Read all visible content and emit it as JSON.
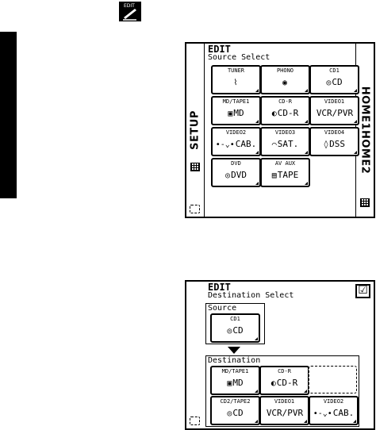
{
  "screen1": {
    "title": "EDIT",
    "subtitle": "Source Select",
    "left_label": "SETUP",
    "right_label": "HOME1HOME2",
    "buttons": [
      {
        "label": "TUNER",
        "content": "",
        "icon": "⌇"
      },
      {
        "label": "PHONO",
        "content": "",
        "icon": "◉"
      },
      {
        "label": "CD1",
        "content": "CD",
        "icon": "◎"
      },
      {
        "label": "MD/TAPE1",
        "content": "MD",
        "icon": "▣"
      },
      {
        "label": "CD-R",
        "content": "CD-R",
        "icon": "◐"
      },
      {
        "label": "VIDEO1",
        "content": "VCR/PVR",
        "icon": ""
      },
      {
        "label": "VIDEO2",
        "content": "CAB.",
        "icon": "•-⌄•"
      },
      {
        "label": "VIDEO3",
        "content": "SAT.",
        "icon": "⌒"
      },
      {
        "label": "VIDEO4",
        "content": "DSS",
        "icon": "◊"
      },
      {
        "label": "DVD",
        "content": "DVD",
        "icon": "◎"
      },
      {
        "label": "AV AUX",
        "content": "TAPE",
        "icon": "▤"
      }
    ]
  },
  "screen2": {
    "title": "EDIT",
    "subtitle": "Destination Select",
    "checkbox": "☑",
    "source_group": "Source",
    "source_button": {
      "label": "CD1",
      "content": "CD",
      "icon": "◎"
    },
    "destination_group": "Destination",
    "buttons": [
      {
        "label": "MD/TAPE1",
        "content": "MD",
        "icon": "▣"
      },
      {
        "label": "CD-R",
        "content": "CD-R",
        "icon": "◐"
      },
      {
        "label": "CD2/TAPE2",
        "content": "CD",
        "icon": "◎"
      },
      {
        "label": "VIDEO1",
        "content": "VCR/PVR",
        "icon": ""
      },
      {
        "label": "VIDEO2",
        "content": "CAB.",
        "icon": "•-⌄•"
      }
    ]
  }
}
